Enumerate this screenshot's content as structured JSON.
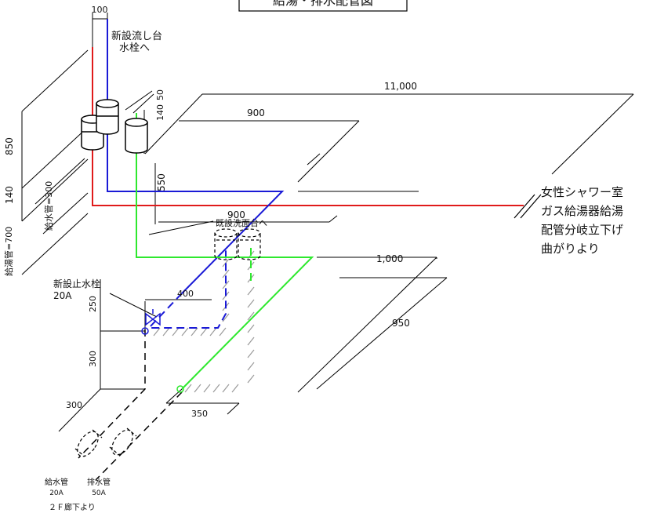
{
  "title": "給湯・排水配管図",
  "colors": {
    "hot_water": "#e01b1b",
    "water": "#1a1ad6",
    "drain": "#2ee82e",
    "line": "#000000",
    "hatch": "#9a9a9a"
  },
  "labels": {
    "sink_line1": "新設流し台",
    "sink_line2": "水栓へ",
    "existing_basin": "既設洗面台へ",
    "new_stop_valve": "新設止水栓",
    "new_stop_valve_size": "20A",
    "water_pipe_label": "給水管",
    "water_pipe_size": "20A",
    "drain_pipe_label": "排水管",
    "drain_pipe_size": "50A",
    "from_corridor": "２Ｆ廊下より",
    "branch_line1": "女性シャワー室",
    "branch_line2": "ガス給湯器給湯",
    "branch_line3": "配管分岐立下げ",
    "branch_line4": "曲がりより",
    "hot_pipe_vertical": "給湯管=700",
    "water_pipe_vertical": "給水管=300"
  },
  "dimensions": {
    "d100": "100",
    "d11000": "11,000",
    "d900_top": "900",
    "d50": "50",
    "d140_upper": "140",
    "d850": "850",
    "d140_left": "140",
    "d550": "550",
    "d900_mid": "900",
    "d1000": "1,000",
    "d400": "400",
    "d250": "250",
    "d950": "950",
    "d300_v": "300",
    "d300_h": "300",
    "d350": "350"
  }
}
